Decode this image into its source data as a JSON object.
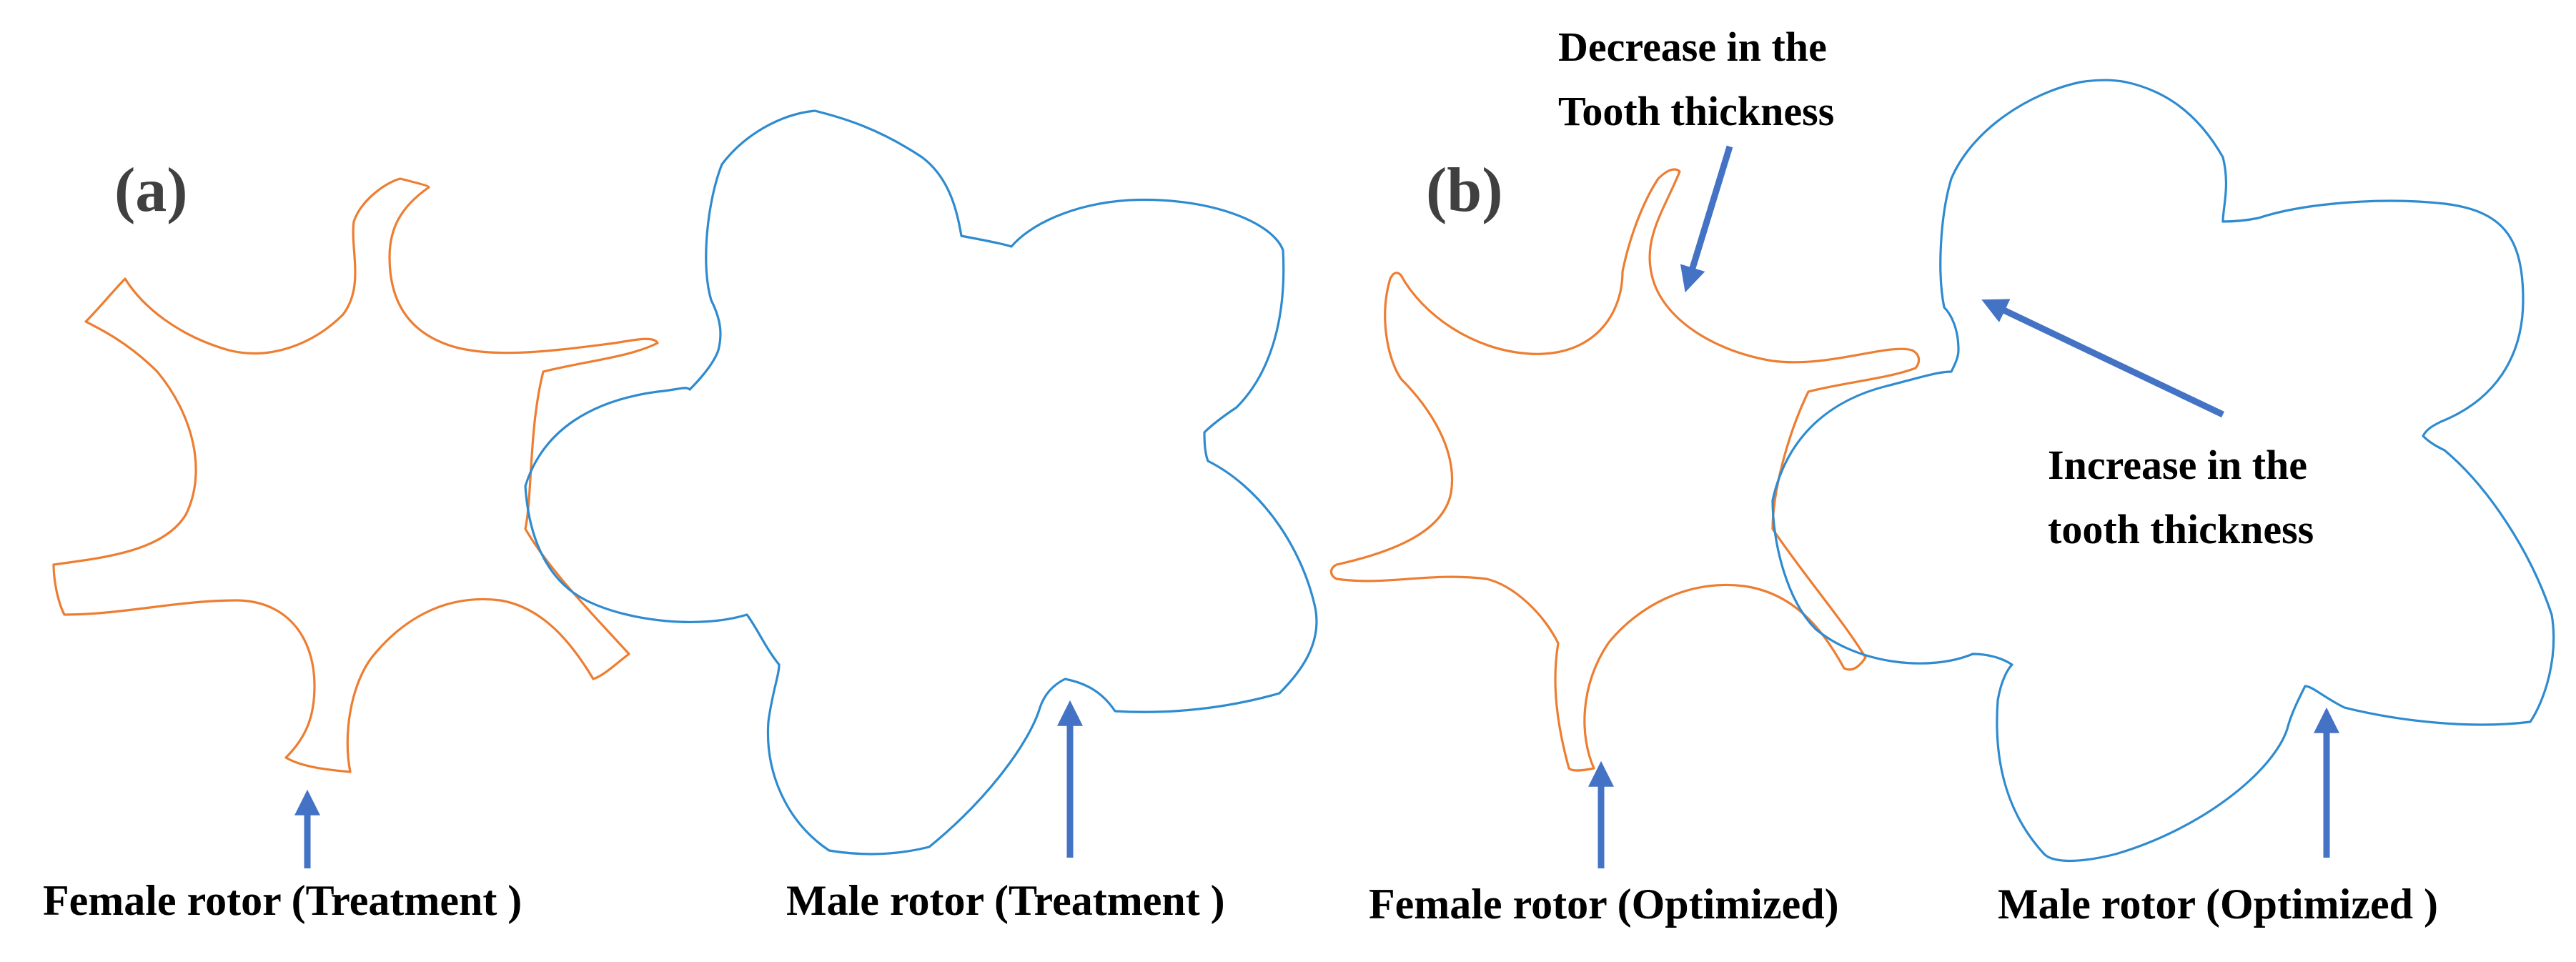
{
  "colors": {
    "female_rotor": "#ED7D31",
    "male_rotor": "#2E8BD0",
    "arrow": "#4472C4",
    "text": "#000000",
    "panel_label": "#404040"
  },
  "panels": {
    "a": {
      "label": "(a)"
    },
    "b": {
      "label": "(b)"
    }
  },
  "captions": {
    "female_treatment": "Female rotor (Treatment )",
    "male_treatment": "Male rotor (Treatment )",
    "female_optimized": "Female rotor (Optimized)",
    "male_optimized": "Male rotor (Optimized )"
  },
  "annotations": {
    "decrease_line1": "Decrease in the",
    "decrease_line2": "Tooth thickness",
    "increase_line1": "Increase in the",
    "increase_line2": "tooth thickness"
  }
}
